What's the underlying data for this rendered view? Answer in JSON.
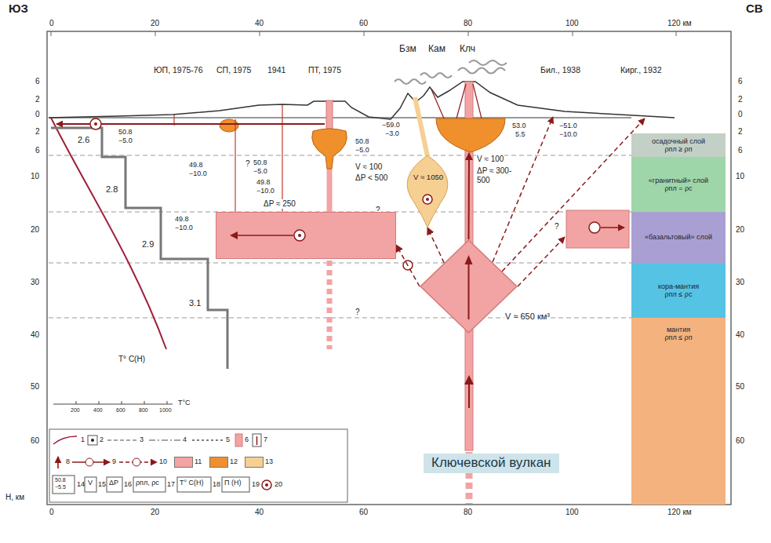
{
  "diagram": {
    "nodes": [
      {
        "text": [
          "осадочный слой",
          "ρпл ≥ ρп"
        ]
      },
      {
        "text": [
          "«гранитный» слой",
          "ρпл = ρс"
        ]
      },
      {
        "text": [
          "«базальтовый» слой"
        ]
      },
      {
        "text": [
          "кора-мантия",
          "ρпл ≤ ρс"
        ]
      },
      {
        "text": [
          "мантия",
          "ρпл ≤ ρп"
        ]
      },
      {
        "text": [
          "V ≈ 650 км³"
        ]
      },
      {
        "text": [
          "V ≈ 100",
          "ΔP ≈ 300-500"
        ]
      },
      {
        "text": [
          "V ≈ 1050"
        ]
      },
      {
        "text": [
          "V ≈ 100",
          "ΔP < 500"
        ]
      },
      {
        "text": [
          "ΔP ≈ 250"
        ]
      }
    ],
    "edges": [
      {
        "from": 5,
        "to": 6,
        "arrow": "to"
      },
      {
        "from": 5,
        "to": 7,
        "arrow": "to"
      },
      {
        "from": 5,
        "to": 9,
        "arrow": "to"
      },
      {
        "from": 9,
        "to": 8,
        "arrow": "none"
      }
    ],
    "labels": [
      "ЮЗ",
      "СВ",
      "0",
      "20",
      "40",
      "60",
      "80",
      "100",
      "120 км",
      "0",
      "20",
      "40",
      "60",
      "80",
      "100",
      "120 км",
      "6",
      "2",
      "0",
      "2",
      "6",
      "10",
      "20",
      "30",
      "40",
      "50",
      "60",
      "H, км",
      "6",
      "2",
      "0",
      "2",
      "6",
      "10",
      "20",
      "30",
      "40",
      "50",
      "60",
      "ЮП, 1975-76",
      "СП, 1975",
      "1941",
      "ПТ, 1975",
      "Бзм",
      "Кам",
      "Клч",
      "Бил., 1938",
      "Кирг., 1932",
      "2.6",
      "2.8",
      "2.9",
      "3.1",
      "T° C(H)",
      "200",
      "400",
      "600",
      "800",
      "1000",
      "T°C",
      "50.8",
      "−5.0",
      "49.8",
      "−10.0",
      "50.8",
      "−5.0",
      "49.8",
      "−10.0",
      "49.8",
      "−10.0",
      "50.8",
      "−5.0",
      "−59.0",
      "−3.0",
      "53.0",
      "5.5",
      "−51.0",
      "−10.0",
      "?",
      "?",
      "?",
      "?",
      "Ключевской вулкан",
      "50.8",
      "−5.5",
      "V",
      "ΔP",
      "ρпл, ρс",
      "T° C(H)",
      "П (H)"
    ],
    "legend": [
      {
        "text": "1"
      },
      {
        "text": "2"
      },
      {
        "text": "3"
      },
      {
        "text": "4"
      },
      {
        "text": "5"
      },
      {
        "text": "6"
      },
      {
        "text": "7"
      },
      {
        "text": "8"
      },
      {
        "text": "9"
      },
      {
        "text": "10"
      },
      {
        "text": "11",
        "color": "#f2a3a3"
      },
      {
        "text": "12",
        "color": "#f0902c"
      },
      {
        "text": "13",
        "color": "#f6cf92"
      },
      {
        "text": "14"
      },
      {
        "text": "15"
      },
      {
        "text": "16"
      },
      {
        "text": "17"
      },
      {
        "text": "18"
      },
      {
        "text": "19"
      },
      {
        "text": "20"
      }
    ]
  }
}
